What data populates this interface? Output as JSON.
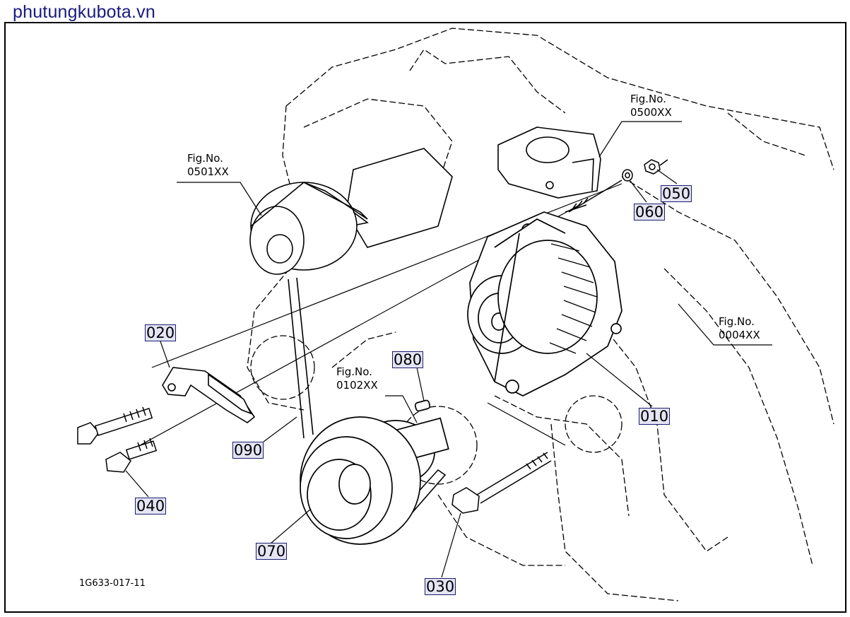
{
  "site_title": "phutungkubota.vn",
  "drawing_code": "1G633-017-11",
  "fig_refs": {
    "fig_0501": {
      "label": "Fig.No.",
      "number": "0501XX"
    },
    "fig_0500": {
      "label": "Fig.No.",
      "number": "0500XX"
    },
    "fig_0004": {
      "label": "Fig.No.",
      "number": "0004XX"
    },
    "fig_0102": {
      "label": "Fig.No.",
      "number": "0102XX"
    }
  },
  "parts": {
    "p010": "010",
    "p020": "020",
    "p030": "030",
    "p040": "040",
    "p050": "050",
    "p060": "060",
    "p070": "070",
    "p080": "080",
    "p090": "090"
  },
  "colors": {
    "callout_fill": "#e4e4f4",
    "callout_border": "#1c1c70",
    "site_title": "#1a1a80",
    "line": "#000000"
  }
}
